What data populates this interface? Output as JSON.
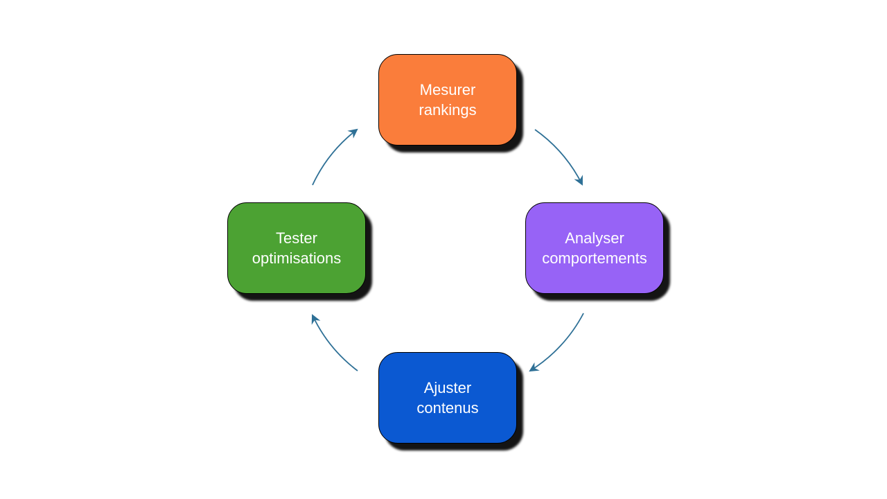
{
  "diagram": {
    "type": "cycle",
    "background_color": "#FFFFFF",
    "arrow_color": "#2E7096",
    "node_border_color": "#000000",
    "node_text_color": "#FFFFFF",
    "nodes": [
      {
        "id": "mesurer-rankings",
        "label": "Mesurer\nrankings",
        "color": "#FA7D3B",
        "position": "top"
      },
      {
        "id": "analyser-comportements",
        "label": "Analyser\ncomportements",
        "color": "#9763F6",
        "position": "right"
      },
      {
        "id": "ajuster-contenus",
        "label": "Ajuster\ncontenus",
        "color": "#0B59D2",
        "position": "bottom"
      },
      {
        "id": "tester-optimisations",
        "label": "Tester\noptimisations",
        "color": "#4CA233",
        "position": "left"
      }
    ],
    "edges": [
      {
        "from": "mesurer-rankings",
        "to": "analyser-comportements"
      },
      {
        "from": "analyser-comportements",
        "to": "ajuster-contenus"
      },
      {
        "from": "ajuster-contenus",
        "to": "tester-optimisations"
      },
      {
        "from": "tester-optimisations",
        "to": "mesurer-rankings"
      }
    ]
  }
}
